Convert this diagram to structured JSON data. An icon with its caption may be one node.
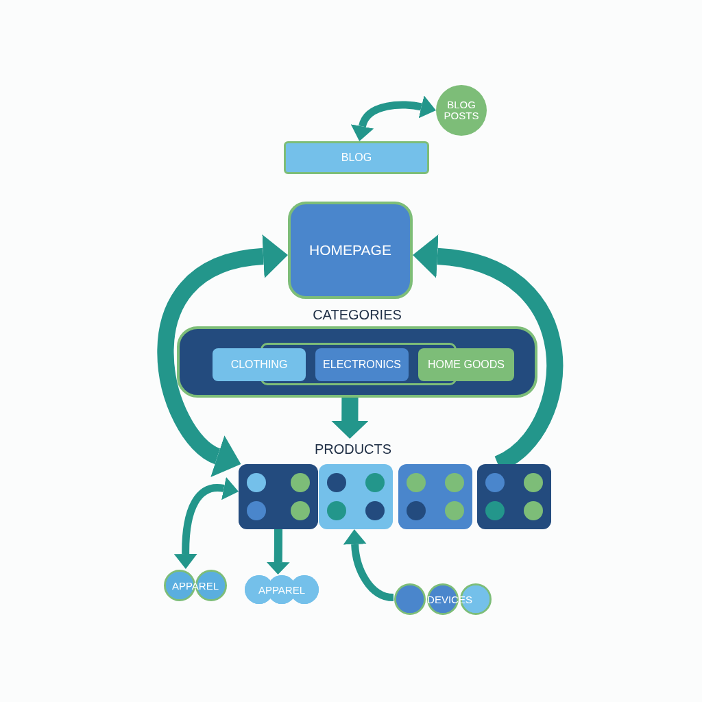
{
  "diagram": {
    "nodes": [
      {
        "text": [
          "BLOG"
        ]
      },
      {
        "text": [
          "BLOG POSTS"
        ]
      },
      {
        "text": [
          "HOMEPAGE"
        ]
      },
      {
        "text": [
          "CATEGORIES"
        ]
      },
      {
        "text": [
          "CLOTHING"
        ],
        "in": 3
      },
      {
        "text": [
          "ELECTRONICS"
        ],
        "in": 3
      },
      {
        "text": [
          "HOME GOODS"
        ],
        "in": 3
      },
      {
        "text": [
          "PRODUCTS"
        ]
      },
      {
        "text": [],
        "shape": "box"
      },
      {
        "text": [],
        "shape": "box"
      },
      {
        "text": [],
        "shape": "box"
      },
      {
        "text": [],
        "shape": "box"
      },
      {
        "text": [
          "APPAREL"
        ]
      },
      {
        "text": [
          "APPAREL"
        ]
      },
      {
        "text": [
          "DEVICES"
        ]
      }
    ],
    "edges": [
      {
        "from": 0,
        "to": 1,
        "arrow": "both"
      },
      {
        "from": 3,
        "to": 7,
        "arrow": "to",
        "style": "thick"
      },
      {
        "from": 8,
        "to": 2,
        "arrow": "both",
        "style": "thick"
      },
      {
        "from": 11,
        "to": 2,
        "arrow": "to",
        "style": "thick"
      },
      {
        "from": 8,
        "to": 12,
        "arrow": "both"
      },
      {
        "from": 8,
        "to": 13,
        "arrow": "to"
      },
      {
        "from": 14,
        "to": 9,
        "arrow": "to"
      }
    ]
  }
}
